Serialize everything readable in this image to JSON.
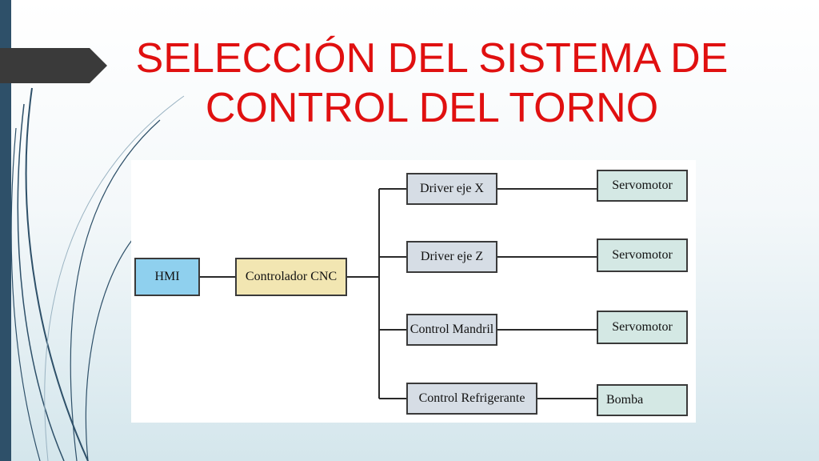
{
  "title": {
    "line1": "SELECCIÓN DEL SISTEMA DE",
    "line2": "CONTROL DEL TORNO"
  },
  "diagram": {
    "hmi": "HMI",
    "controller": "Controlador CNC",
    "branches": [
      {
        "driver": "Driver eje X",
        "target": "Servomotor"
      },
      {
        "driver": "Driver eje Z",
        "target": "Servomotor"
      },
      {
        "driver": "Control Mandril",
        "target": "Servomotor"
      },
      {
        "driver": "Control Refrigerante",
        "target": "Bomba"
      }
    ]
  },
  "colors": {
    "title": "#e01010",
    "hmi": "#8fd0ee",
    "controller": "#f2e6b2",
    "driver": "#d6dde5",
    "target": "#d4e8e4",
    "sidebar": "#2e5069"
  }
}
